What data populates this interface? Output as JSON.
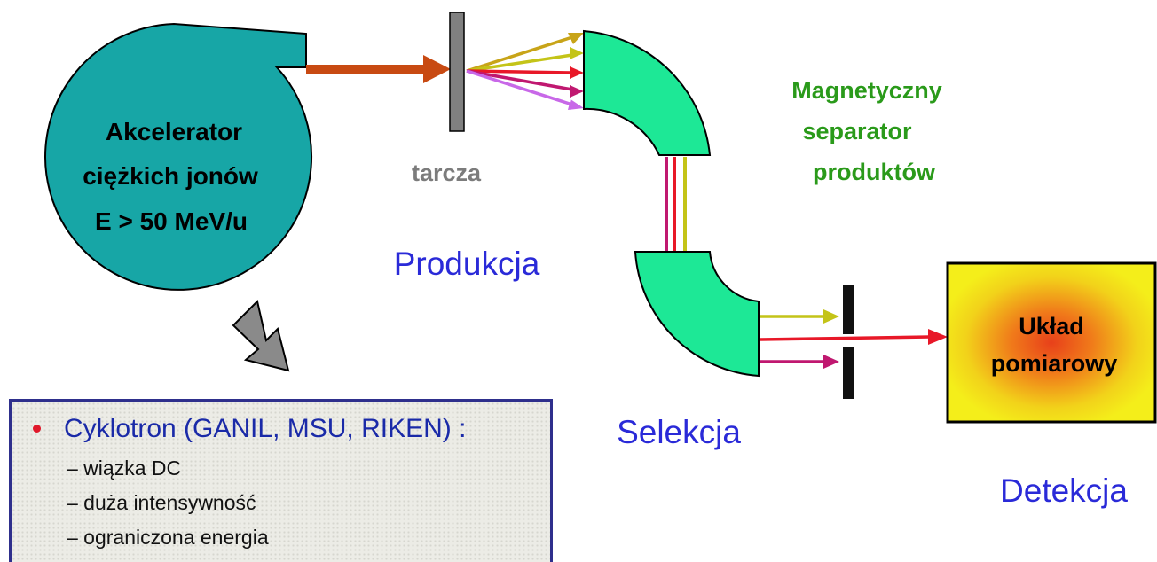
{
  "accelerator": {
    "line1": "Akcelerator",
    "line2": "ciężkich jonów",
    "line3": "E > 50 MeV/u",
    "fill_color": "#17a6a6"
  },
  "target": {
    "label": "tarcza"
  },
  "separator": {
    "line1": "Magnetyczny",
    "line2": "separator",
    "line3": "produktów",
    "label_color": "#2a9a1a",
    "fill_color": "#1de896"
  },
  "stages": {
    "production": "Produkcja",
    "selection": "Selekcja",
    "detection": "Detekcja",
    "color": "#2a2ad8"
  },
  "detector": {
    "line1": "Układ",
    "line2": "pomiarowy",
    "fill_color": "#f2ea1a",
    "core_color": "#e8401a"
  },
  "info_box": {
    "title": "Cyklotron (GANIL, MSU, RIKEN) :",
    "items": [
      "– wiązka DC",
      "– duża intensywność",
      "– ograniczona energia"
    ]
  },
  "beam_colors": {
    "main": "#c84a12",
    "gold": "#c8a418",
    "yellow": "#c4c418",
    "red": "#e81828",
    "magenta": "#c01870",
    "violet": "#c868e8"
  }
}
